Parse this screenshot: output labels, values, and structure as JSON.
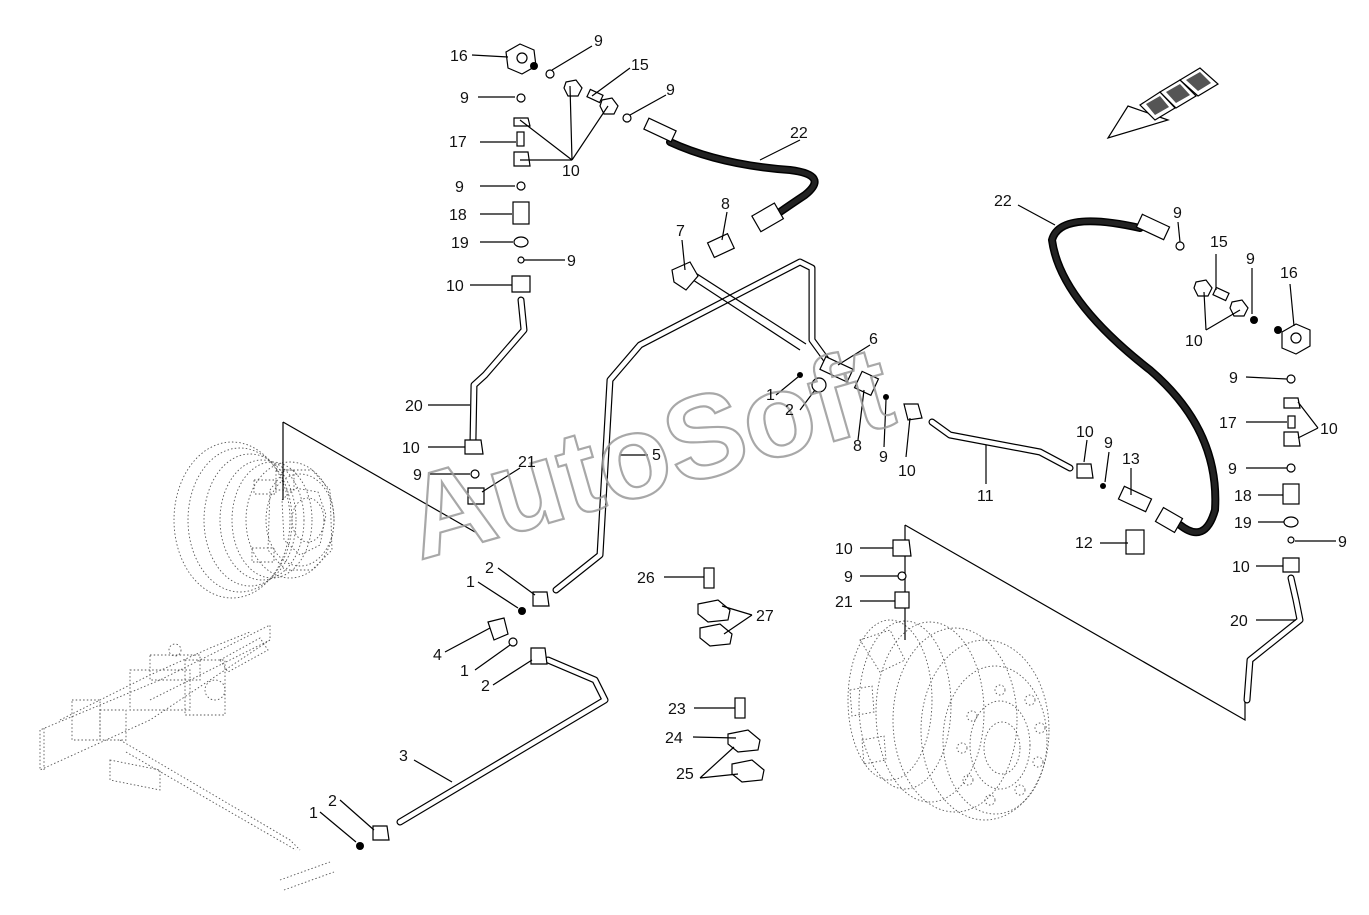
{
  "watermark": "AutoSoft",
  "callouts": [
    {
      "id": "c01",
      "text": "16"
    },
    {
      "id": "c02",
      "text": "9"
    },
    {
      "id": "c03",
      "text": "15"
    },
    {
      "id": "c04",
      "text": "9"
    },
    {
      "id": "c05",
      "text": "9"
    },
    {
      "id": "c06",
      "text": "17"
    },
    {
      "id": "c07",
      "text": "10"
    },
    {
      "id": "c08",
      "text": "9"
    },
    {
      "id": "c09",
      "text": "18"
    },
    {
      "id": "c10",
      "text": "19"
    },
    {
      "id": "c11",
      "text": "9"
    },
    {
      "id": "c12",
      "text": "10"
    },
    {
      "id": "c13",
      "text": "22"
    },
    {
      "id": "c14",
      "text": "8"
    },
    {
      "id": "c15",
      "text": "7"
    },
    {
      "id": "c16",
      "text": "6"
    },
    {
      "id": "c17",
      "text": "1"
    },
    {
      "id": "c18",
      "text": "2"
    },
    {
      "id": "c19",
      "text": "8"
    },
    {
      "id": "c20",
      "text": "9"
    },
    {
      "id": "c21",
      "text": "10"
    },
    {
      "id": "c22",
      "text": "20"
    },
    {
      "id": "c23",
      "text": "10"
    },
    {
      "id": "c24",
      "text": "9"
    },
    {
      "id": "c25",
      "text": "21"
    },
    {
      "id": "c26",
      "text": "5"
    },
    {
      "id": "c27",
      "text": "11"
    },
    {
      "id": "c28",
      "text": "10"
    },
    {
      "id": "c29",
      "text": "9"
    },
    {
      "id": "c30",
      "text": "13"
    },
    {
      "id": "c31",
      "text": "12"
    },
    {
      "id": "c32",
      "text": "22"
    },
    {
      "id": "c33",
      "text": "9"
    },
    {
      "id": "c34",
      "text": "15"
    },
    {
      "id": "c35",
      "text": "9"
    },
    {
      "id": "c36",
      "text": "16"
    },
    {
      "id": "c37",
      "text": "10"
    },
    {
      "id": "c38",
      "text": "9"
    },
    {
      "id": "c39",
      "text": "17"
    },
    {
      "id": "c40",
      "text": "10"
    },
    {
      "id": "c41",
      "text": "9"
    },
    {
      "id": "c42",
      "text": "18"
    },
    {
      "id": "c43",
      "text": "19"
    },
    {
      "id": "c44",
      "text": "9"
    },
    {
      "id": "c45",
      "text": "10"
    },
    {
      "id": "c46",
      "text": "20"
    },
    {
      "id": "c47",
      "text": "10"
    },
    {
      "id": "c48",
      "text": "9"
    },
    {
      "id": "c49",
      "text": "21"
    },
    {
      "id": "c50",
      "text": "2"
    },
    {
      "id": "c51",
      "text": "1"
    },
    {
      "id": "c52",
      "text": "4"
    },
    {
      "id": "c53",
      "text": "1"
    },
    {
      "id": "c54",
      "text": "2"
    },
    {
      "id": "c55",
      "text": "3"
    },
    {
      "id": "c56",
      "text": "2"
    },
    {
      "id": "c57",
      "text": "1"
    },
    {
      "id": "c58",
      "text": "26"
    },
    {
      "id": "c59",
      "text": "27"
    },
    {
      "id": "c60",
      "text": "23"
    },
    {
      "id": "c61",
      "text": "24"
    },
    {
      "id": "c62",
      "text": "25"
    }
  ]
}
